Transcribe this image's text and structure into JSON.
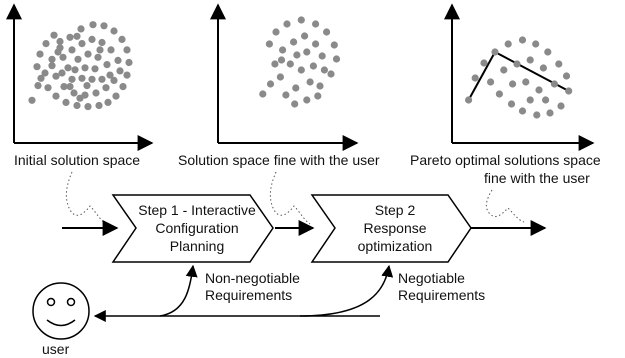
{
  "panels": [
    {
      "caption": "Initial solution space",
      "caption2": "",
      "dots": [
        [
          2,
          86
        ],
        [
          8,
          72
        ],
        [
          15,
          60
        ],
        [
          22,
          47
        ],
        [
          30,
          36
        ],
        [
          40,
          26
        ],
        [
          51,
          18
        ],
        [
          63,
          14
        ],
        [
          74,
          15
        ],
        [
          84,
          20
        ],
        [
          92,
          28
        ],
        [
          97,
          38
        ],
        [
          99,
          50
        ],
        [
          97,
          62
        ],
        [
          93,
          73
        ],
        [
          86,
          82
        ],
        [
          78,
          88
        ],
        [
          69,
          91
        ],
        [
          58,
          92
        ],
        [
          47,
          91
        ],
        [
          36,
          88
        ],
        [
          26,
          82
        ],
        [
          18,
          74
        ],
        [
          11,
          65
        ],
        [
          7,
          54
        ],
        [
          10,
          42
        ],
        [
          16,
          32
        ],
        [
          24,
          24
        ],
        [
          33,
          45
        ],
        [
          42,
          38
        ],
        [
          52,
          32
        ],
        [
          62,
          28
        ],
        [
          72,
          31
        ],
        [
          81,
          38
        ],
        [
          88,
          48
        ],
        [
          90,
          58
        ],
        [
          84,
          67
        ],
        [
          76,
          74
        ],
        [
          66,
          79
        ],
        [
          55,
          81
        ],
        [
          44,
          79
        ],
        [
          34,
          73
        ],
        [
          26,
          63
        ],
        [
          22,
          53
        ],
        [
          28,
          40
        ],
        [
          38,
          55
        ],
        [
          48,
          47
        ],
        [
          58,
          42
        ],
        [
          68,
          45
        ],
        [
          77,
          52
        ],
        [
          80,
          62
        ],
        [
          72,
          66
        ],
        [
          62,
          66
        ],
        [
          52,
          65
        ],
        [
          42,
          66
        ],
        [
          32,
          60
        ],
        [
          45,
          57
        ],
        [
          55,
          55
        ],
        [
          65,
          56
        ],
        [
          57,
          72
        ],
        [
          40,
          73
        ],
        [
          70,
          38
        ],
        [
          30,
          30
        ],
        [
          47,
          25
        ],
        [
          50,
          84
        ]
      ]
    },
    {
      "caption": "Solution space fine with the user",
      "caption2": "",
      "dots": [
        [
          28,
          82
        ],
        [
          35,
          72
        ],
        [
          44,
          65
        ],
        [
          49,
          83
        ],
        [
          57,
          92
        ],
        [
          68,
          88
        ],
        [
          80,
          74
        ],
        [
          90,
          62
        ],
        [
          95,
          47
        ],
        [
          93,
          33
        ],
        [
          86,
          20
        ],
        [
          76,
          12
        ],
        [
          63,
          8
        ],
        [
          50,
          12
        ],
        [
          40,
          20
        ],
        [
          34,
          32
        ],
        [
          46,
          38
        ],
        [
          56,
          30
        ],
        [
          66,
          24
        ],
        [
          76,
          32
        ],
        [
          82,
          44
        ],
        [
          74,
          54
        ],
        [
          63,
          58
        ],
        [
          53,
          52
        ],
        [
          59,
          43
        ],
        [
          68,
          40
        ],
        [
          84,
          58
        ],
        [
          71,
          70
        ],
        [
          58,
          76
        ],
        [
          45,
          48
        ],
        [
          39,
          52
        ],
        [
          78,
          84
        ]
      ]
    },
    {
      "caption": "Pareto optimal solutions space",
      "caption2": "fine with the user",
      "dots": [
        [
          6,
          82
        ],
        [
          12,
          60
        ],
        [
          20,
          45
        ],
        [
          30,
          34
        ],
        [
          42,
          26
        ],
        [
          55,
          22
        ],
        [
          67,
          26
        ],
        [
          78,
          34
        ],
        [
          88,
          46
        ],
        [
          95,
          58
        ],
        [
          97,
          73
        ],
        [
          90,
          88
        ],
        [
          80,
          95
        ],
        [
          68,
          97
        ],
        [
          55,
          93
        ],
        [
          45,
          86
        ],
        [
          34,
          76
        ],
        [
          26,
          64
        ],
        [
          38,
          52
        ],
        [
          50,
          46
        ],
        [
          62,
          42
        ],
        [
          74,
          50
        ],
        [
          84,
          66
        ],
        [
          70,
          72
        ],
        [
          58,
          64
        ],
        [
          46,
          66
        ],
        [
          62,
          82
        ],
        [
          76,
          82
        ]
      ],
      "front": [
        [
          6,
          82
        ],
        [
          30,
          34
        ],
        [
          97,
          73
        ]
      ]
    }
  ],
  "steps": [
    {
      "line1": "Step 1 - Interactive",
      "line2": "Configuration",
      "line3": "Planning"
    },
    {
      "line1": "Step 2",
      "line2": "Response",
      "line3": "optimization"
    }
  ],
  "requirements": [
    {
      "line1": "Non-negotiable",
      "line2": "Requirements"
    },
    {
      "line1": "Negotiable",
      "line2": "Requirements"
    }
  ],
  "user_label": "user",
  "colors": {
    "dot": "#8a8a8a",
    "line": "#000000"
  }
}
